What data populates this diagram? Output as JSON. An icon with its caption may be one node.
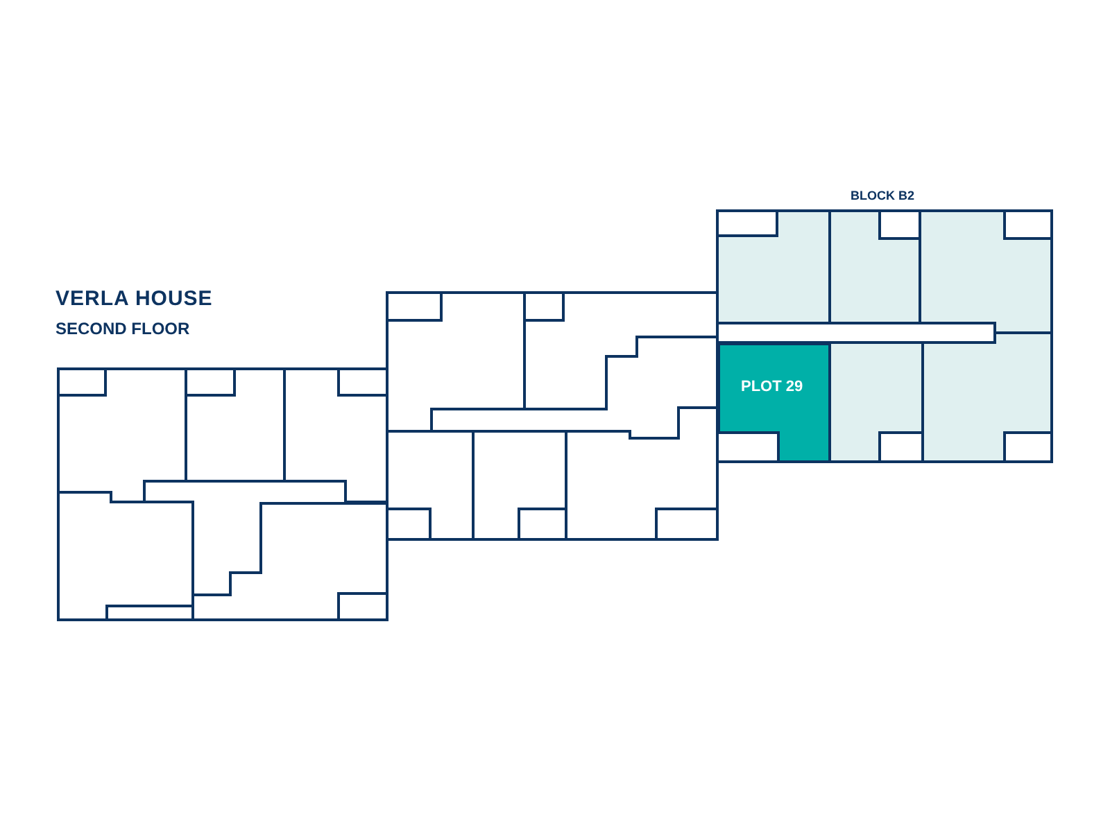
{
  "diagram": {
    "title": "VERLA HOUSE",
    "nodes": [
      {
        "text": [
          "BLOCK B2"
        ]
      },
      {
        "text": [
          "PLOT 29"
        ],
        "in": 0
      }
    ],
    "labels": [
      "SECOND FLOOR"
    ]
  }
}
